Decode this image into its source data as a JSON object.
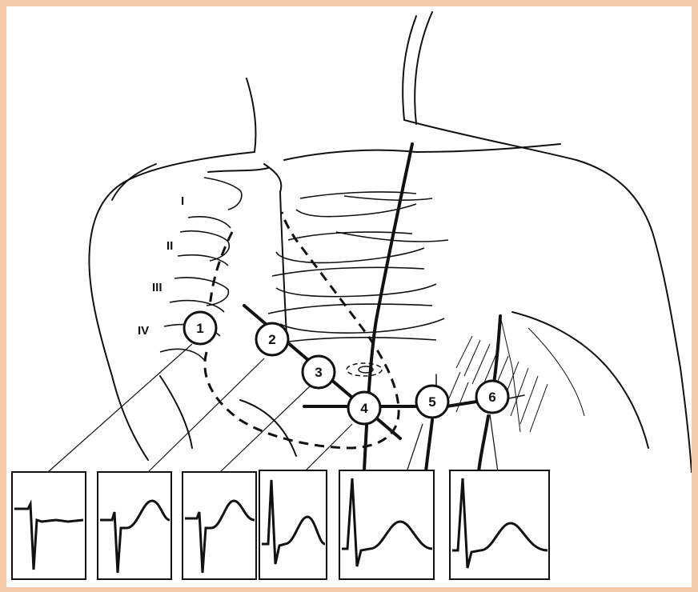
{
  "rib_labels": [
    "I",
    "II",
    "III",
    "IV"
  ],
  "electrodes": [
    "1",
    "2",
    "3",
    "4",
    "5",
    "6"
  ],
  "colors": {
    "background": "#f6c9a9",
    "panel": "#ffffff",
    "ink": "#111111"
  }
}
